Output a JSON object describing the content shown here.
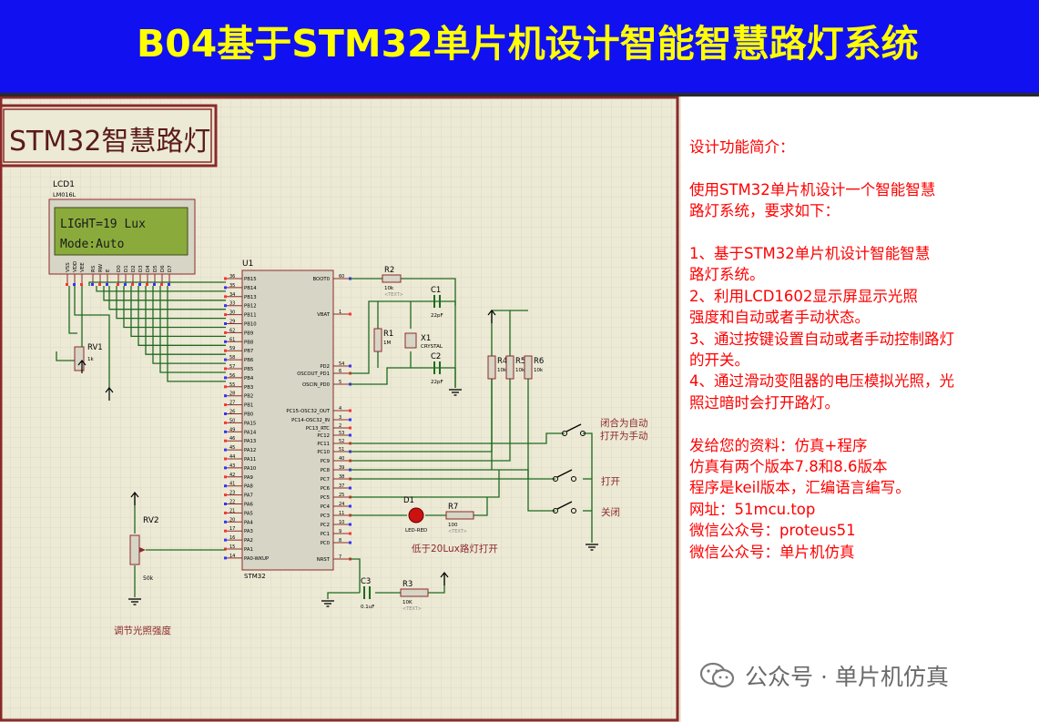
{
  "banner": {
    "title": "B04基于STM32单片机设计智能智慧路灯系统",
    "bg": "#1010f0",
    "fg": "#ffff00"
  },
  "schematic": {
    "title_box": "STM32智慧路灯",
    "lcd": {
      "ref": "LCD1",
      "model": "LM016L",
      "line1": "LIGHT=19 Lux",
      "line2": "Mode:Auto",
      "pins": [
        "VSS",
        "VDD",
        "VEE",
        "RS",
        "RW",
        "E",
        "D0",
        "D1",
        "D2",
        "D3",
        "D4",
        "D5",
        "D6",
        "D7"
      ]
    },
    "mcu": {
      "ref": "U1",
      "model": "STM32",
      "left_pins": [
        "PB15",
        "PB14",
        "PB13",
        "PB12",
        "PB11",
        "PB10",
        "PB9",
        "PB8",
        "PB7",
        "PB6",
        "PB5",
        "PB4",
        "PB3",
        "PB2",
        "PB1",
        "PB0",
        "PA15",
        "PA14",
        "PA13",
        "PA12",
        "PA11",
        "PA10",
        "PA9",
        "PA8",
        "PA7",
        "PA6",
        "PA5",
        "PA4",
        "PA3",
        "PA2",
        "PA1",
        "PA0-WKUP"
      ],
      "left_nums": [
        "36",
        "35",
        "34",
        "33",
        "30",
        "29",
        "62",
        "61",
        "59",
        "58",
        "57",
        "56",
        "55",
        "28",
        "27",
        "26",
        "50",
        "49",
        "46",
        "45",
        "44",
        "43",
        "42",
        "41",
        "23",
        "22",
        "21",
        "20",
        "17",
        "16",
        "15",
        "14"
      ],
      "right_pins": [
        "BOOT0",
        "VBAT",
        "PD2",
        "OSCOUT_PD1",
        "OSCIN_PD0",
        "PC15-OSC32_OUT",
        "PC14-OSC32_IN",
        "PC13_RTC",
        "PC12",
        "PC11",
        "PC10",
        "PC9",
        "PC8",
        "PC7",
        "PC6",
        "PC5",
        "PC4",
        "PC3",
        "PC2",
        "PC1",
        "PC0",
        "NRST"
      ],
      "right_nums": [
        "60",
        "1",
        "54",
        "6",
        "5",
        "4",
        "3",
        "2",
        "53",
        "52",
        "51",
        "40",
        "39",
        "38",
        "37",
        "25",
        "24",
        "11",
        "10",
        "9",
        "8",
        "7"
      ]
    },
    "r2": {
      "ref": "R2",
      "value": "10k"
    },
    "c1": {
      "ref": "C1",
      "value": "22pF"
    },
    "c2": {
      "ref": "C2",
      "value": "22pF"
    },
    "r1": {
      "ref": "R1",
      "value": "1M"
    },
    "x1": {
      "ref": "X1",
      "value": "CRYSTAL"
    },
    "r4": {
      "ref": "R4",
      "value": "10k"
    },
    "r5": {
      "ref": "R5",
      "value": "10k"
    },
    "r6": {
      "ref": "R6",
      "value": "10k"
    },
    "rv1": {
      "ref": "RV1",
      "value": "1k"
    },
    "rv2": {
      "ref": "RV2",
      "value": "50k"
    },
    "d1": {
      "ref": "D1",
      "value": "LED-RED"
    },
    "r7": {
      "ref": "R7",
      "value": "100"
    },
    "c3": {
      "ref": "C3",
      "value": "0.1uF"
    },
    "r3": {
      "ref": "R3",
      "value": "10K"
    },
    "text_tag": "<TEXT>",
    "sw_mode_label1": "闭合为自动",
    "sw_mode_label2": "打开为手动",
    "sw_on_label": "打开",
    "sw_off_label": "关闭",
    "led_note": "低于20Lux路灯打开",
    "rv2_note": "调节光照强度"
  },
  "panel": {
    "color": "#ff0000",
    "lines": [
      "设计功能简介：",
      "",
      "使用STM32单片机设计一个智能智慧",
      "路灯系统，要求如下：",
      "",
      "1、基于STM32单片机设计智能智慧",
      "路灯系统。",
      "2、利用LCD1602显示屏显示光照",
      "强度和自动或者手动状态。",
      "3、通过按键设置自动或者手动控制路灯",
      "的开关。",
      "4、通过滑动变阻器的电压模拟光照，光",
      "照过暗时会打开路灯。",
      "",
      "发给您的资料：仿真+程序",
      "仿真有两个版本7.8和8.6版本",
      "程序是keil版本，汇编语言编写。",
      "网址：51mcu.top",
      "微信公众号：proteus51",
      "微信公众号：单片机仿真"
    ]
  },
  "watermark": {
    "text": "公众号 · 单片机仿真",
    "icon": "wechat-icon"
  }
}
